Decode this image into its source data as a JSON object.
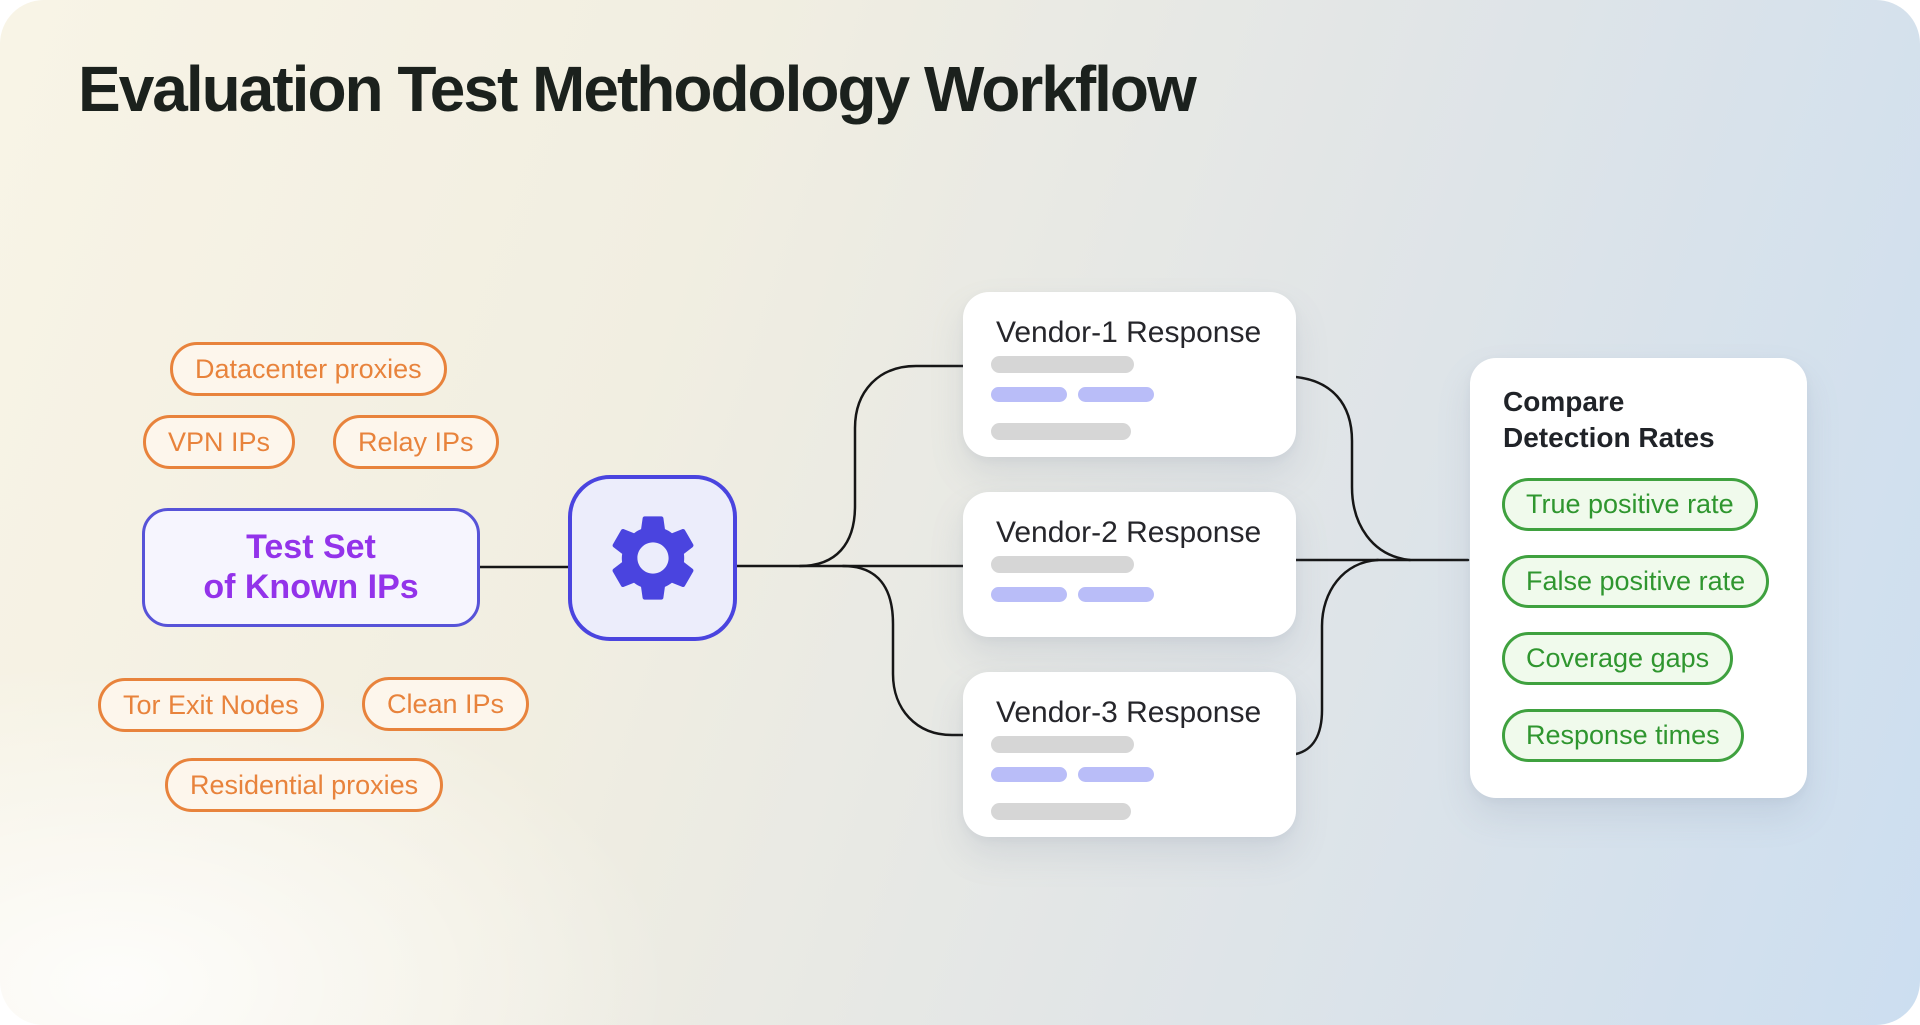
{
  "page": {
    "title": "Evaluation Test Methodology Workflow"
  },
  "palette": {
    "orange": "#E8833C",
    "orange_bg": "#FDF6EC",
    "indigo": "#4A44DF",
    "indigo_bg": "#ECEDFB",
    "test_set_border": "#5753D8",
    "test_set_bg": "#F6F5FE",
    "purple_text": "#9333EA",
    "green_border": "#3FA13F",
    "green_text": "#2F962F",
    "green_bg": "#F0FAEC",
    "connector": "#161616",
    "skeleton_gray": "#D6D6D6",
    "skeleton_purple": "#B9BDF8",
    "gradient_warm": "#F8F4E6",
    "gradient_cool": "#CCDEF0"
  },
  "icons": {
    "processor": "gear-icon"
  },
  "input_group": {
    "pills": [
      {
        "label": "Datacenter proxies"
      },
      {
        "label": "VPN IPs"
      },
      {
        "label": "Relay IPs"
      },
      {
        "label": "Tor Exit Nodes"
      },
      {
        "label": "Clean IPs"
      },
      {
        "label": "Residential proxies"
      }
    ],
    "test_set": {
      "line1": "Test Set",
      "line2": "of Known IPs"
    }
  },
  "vendors": [
    {
      "title": "Vendor-1 Response"
    },
    {
      "title": "Vendor-2 Response"
    },
    {
      "title": "Vendor-3 Response"
    }
  ],
  "compare": {
    "title": "Compare Detection Rates",
    "metrics": [
      "True positive rate",
      "False positive rate",
      "Coverage gaps",
      "Response times"
    ]
  }
}
